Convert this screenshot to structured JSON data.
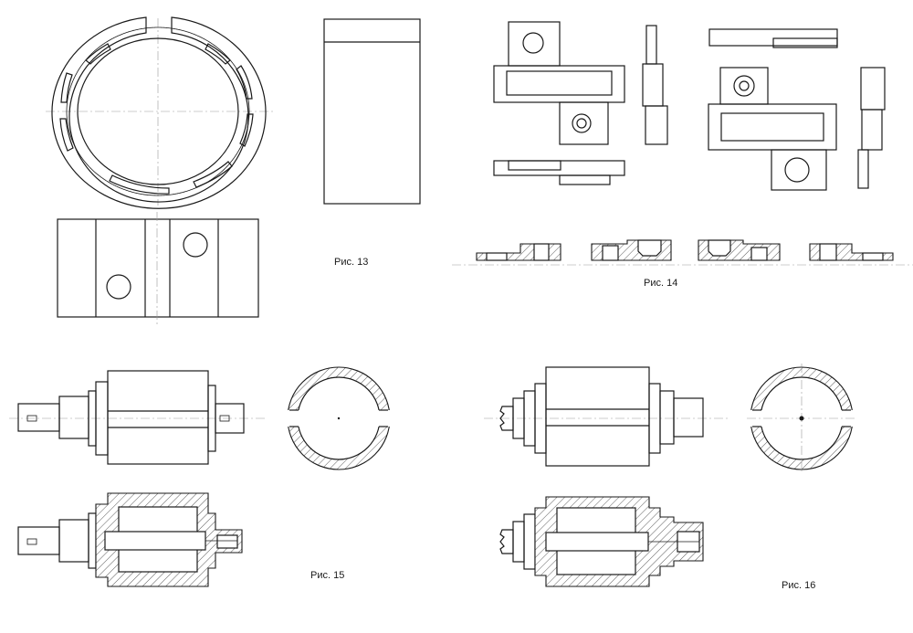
{
  "captions": {
    "fig13": "Рис. 13",
    "fig14": "Рис. 14",
    "fig15": "Рис. 15",
    "fig16": "Рис. 16"
  }
}
